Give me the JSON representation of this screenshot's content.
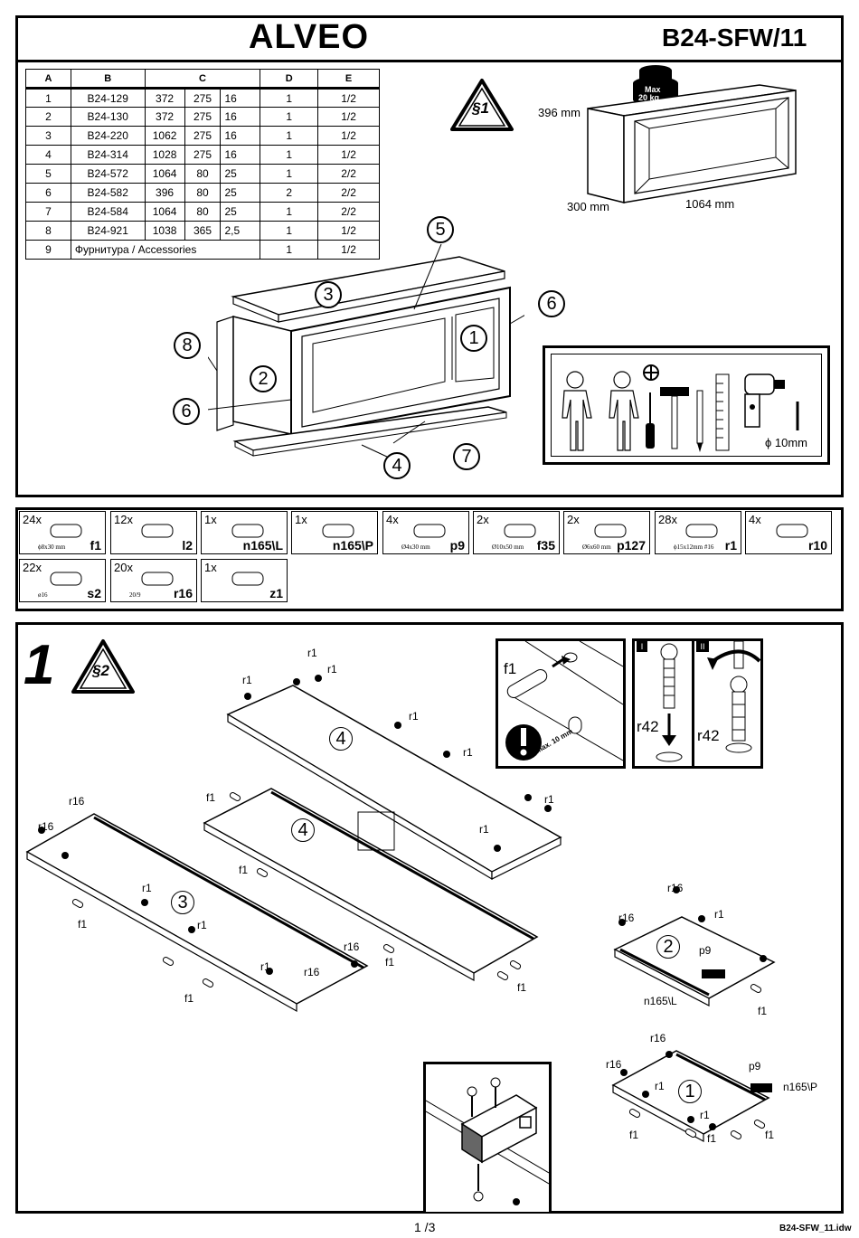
{
  "header": {
    "title": "ALVEO",
    "code": "B24-SFW/11"
  },
  "parts_table": {
    "headers": [
      "A",
      "B",
      "C",
      "D",
      "E"
    ],
    "rows": [
      [
        "1",
        "B24-129",
        "372",
        "275",
        "16",
        "1",
        "1/2"
      ],
      [
        "2",
        "B24-130",
        "372",
        "275",
        "16",
        "1",
        "1/2"
      ],
      [
        "3",
        "B24-220",
        "1062",
        "275",
        "16",
        "1",
        "1/2"
      ],
      [
        "4",
        "B24-314",
        "1028",
        "275",
        "16",
        "1",
        "1/2"
      ],
      [
        "5",
        "B24-572",
        "1064",
        "80",
        "25",
        "1",
        "2/2"
      ],
      [
        "6",
        "B24-582",
        "396",
        "80",
        "25",
        "2",
        "2/2"
      ],
      [
        "7",
        "B24-584",
        "1064",
        "80",
        "25",
        "1",
        "2/2"
      ],
      [
        "8",
        "B24-921",
        "1038",
        "365",
        "2,5",
        "1",
        "1/2"
      ]
    ],
    "last_row": {
      "num": "9",
      "name": "Фурнитура / Accessories",
      "d": "1",
      "e": "1/2"
    }
  },
  "warning_section": "§1",
  "dimensions": {
    "height": "396 mm",
    "depth": "300 mm",
    "width": "1064 mm",
    "max_load_1": "Max",
    "max_load_2": "20 kg"
  },
  "callouts": [
    "1",
    "2",
    "3",
    "4",
    "5",
    "6",
    "6",
    "7",
    "8"
  ],
  "tools": {
    "drill_label": "ϕ 10mm"
  },
  "accessories": [
    {
      "qty": "24x",
      "code": "f1",
      "size": "ϕ8x30 mm"
    },
    {
      "qty": "12x",
      "code": "l2",
      "size": ""
    },
    {
      "qty": "1x",
      "code": "n165\\L",
      "size": ""
    },
    {
      "qty": "1x",
      "code": "n165\\P",
      "size": ""
    },
    {
      "qty": "4x",
      "code": "p9",
      "size": "Ø4x30 mm"
    },
    {
      "qty": "2x",
      "code": "f35",
      "size": "Ø10x50 mm"
    },
    {
      "qty": "2x",
      "code": "p127",
      "size": "Ø6x60 mm"
    },
    {
      "qty": "28x",
      "code": "r1",
      "size": "ϕ15x12mm #16"
    },
    {
      "qty": "4x",
      "code": "r10",
      "size": ""
    },
    {
      "qty": "22x",
      "code": "s2",
      "size": "ø16"
    },
    {
      "qty": "20x",
      "code": "r16",
      "size": "20/9"
    },
    {
      "qty": "1x",
      "code": "z1",
      "size": ""
    }
  ],
  "step": {
    "number": "1",
    "section": "§2"
  },
  "inset": {
    "f1": "f1",
    "max": "max. 10 mm",
    "r42": "r42",
    "roman1": "I",
    "roman2": "II"
  },
  "panel_labels": [
    "4",
    "4",
    "3",
    "2",
    "1"
  ],
  "hardware_labels": {
    "r1": "r1",
    "r16": "r16",
    "f1": "f1",
    "p9": "p9",
    "n165l": "n165\\L",
    "n165p": "n165\\P"
  },
  "footer": {
    "page": "1 /3",
    "file": "B24-SFW_11.idw"
  }
}
